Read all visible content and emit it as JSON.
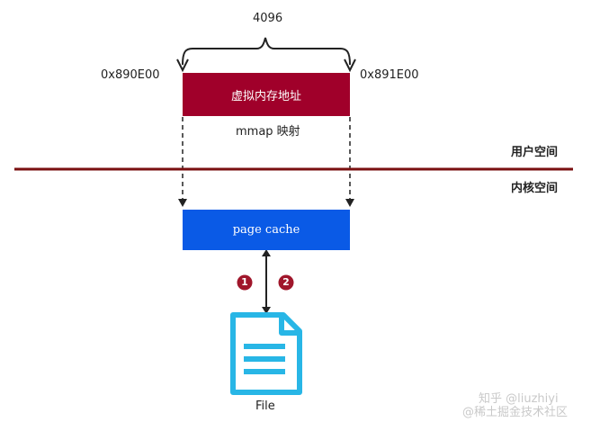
{
  "size_label": "4096",
  "addr_start": "0x890E00",
  "addr_end": "0x891E00",
  "virtual_mem_label": "虚拟内存地址",
  "mmap_label": "mmap 映射",
  "user_space_label": "用户空间",
  "kernel_space_label": "内核空间",
  "page_cache_label": "page cache",
  "step1": "1",
  "step2": "2",
  "file_label": "File",
  "watermark_1": "知乎 @liuzhiyi",
  "watermark_2": "@稀土掘金技术社区",
  "colors": {
    "virtual_mem": "#a0002a",
    "page_cache": "#0a5ae6",
    "divider": "#7a0f10",
    "step_badge": "#a0162b",
    "file_icon": "#28b6e6"
  },
  "icons": {
    "file": "document-icon"
  }
}
